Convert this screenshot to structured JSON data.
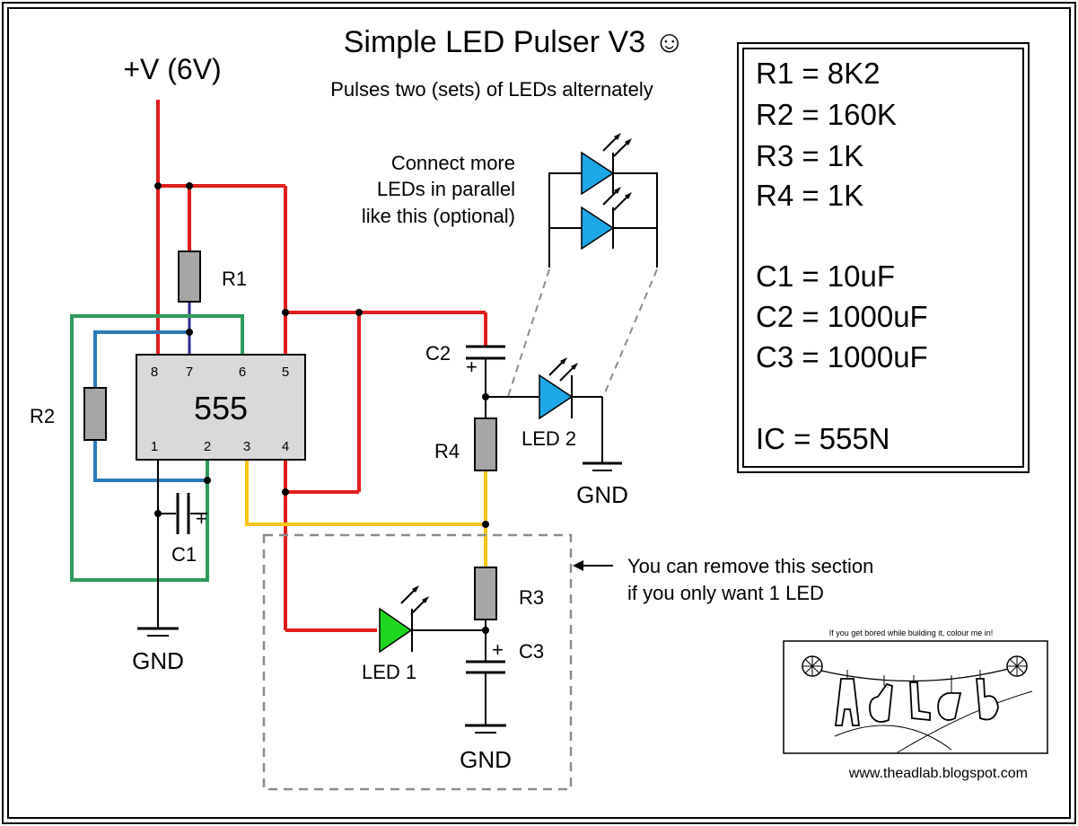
{
  "title": "Simple LED Pulser V3 ☺",
  "subtitle": "Pulses two (sets) of LEDs alternately",
  "supply_label": "+V (6V)",
  "parallel_note": [
    "Connect more",
    "LEDs in parallel",
    "like this (optional)"
  ],
  "remove_note": [
    "You can remove this section",
    "if you only want 1 LED"
  ],
  "ic": {
    "name": "555",
    "pins_top": [
      "8",
      "7",
      "6",
      "5"
    ],
    "pins_bottom": [
      "1",
      "2",
      "3",
      "4"
    ]
  },
  "component_labels": {
    "r1": "R1",
    "r2": "R2",
    "r3": "R3",
    "r4": "R4",
    "c1": "C1",
    "c2": "C2",
    "c3": "C3",
    "led1": "LED 1",
    "led2": "LED 2",
    "plus": "+"
  },
  "gnd_label": "GND",
  "parts_list": [
    "R1 = 8K2",
    "R2 = 160K",
    "R3 = 1K",
    "R4 = 1K",
    "",
    "C1 = 10uF",
    "C2 = 1000uF",
    "C3 = 1000uF",
    "",
    "IC = 555N"
  ],
  "colour_me_caption": "If you get bored while building it, colour me in!",
  "logo_letters": "AdLab",
  "website": "www.theadlab.blogspot.com",
  "colors": {
    "supply_wire": "#e31d1d",
    "trigger_wire": "#2a7ab8",
    "threshold_wire": "#2e9a5c",
    "output_wire": "#f7c512",
    "discharge_wire": "#2c2c8c",
    "resistor_fill": "#a6a6a6",
    "ic_fill": "#d9d9d9",
    "led_blue": "#1ea7e6",
    "led_green": "#1fd61f",
    "dashed": "#8c8c8c"
  }
}
